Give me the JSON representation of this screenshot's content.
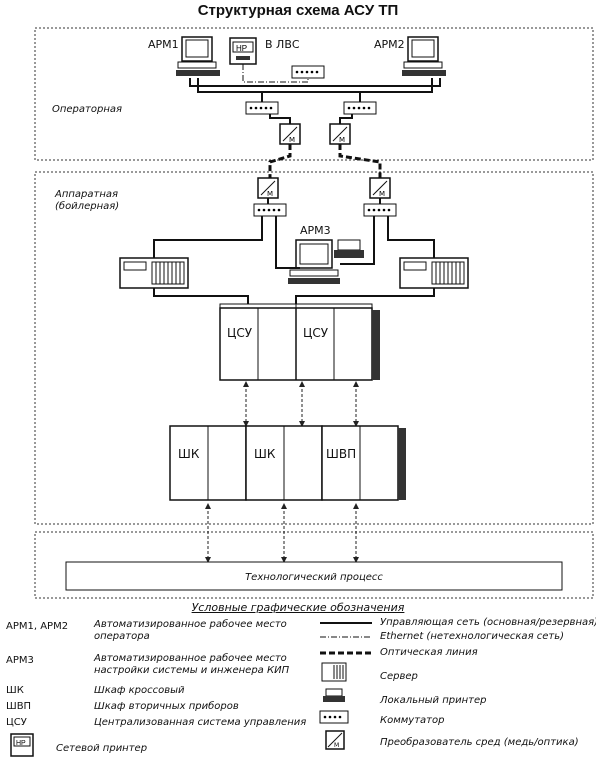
{
  "title": "Структурная схема АСУ ТП",
  "zones": {
    "operator": "Операторная",
    "hardware_line1": "Аппаратная",
    "hardware_line2": "(бойлерная)"
  },
  "workstations": {
    "arm1": "АРМ1",
    "arm2": "АРМ2",
    "arm3": "АРМ3"
  },
  "to_lan": "В ЛВС",
  "printer_badge": "HP",
  "converter_badge": "М",
  "cabinets": {
    "csu1": "ЦСУ",
    "csu2": "ЦСУ",
    "shk1": "ШК",
    "shk2": "ШК",
    "shvp": "ШВП"
  },
  "process": "Технологический процесс",
  "legend": {
    "title": "Условные графические обозначения",
    "items": [
      {
        "abbr": "АРМ1, АРМ2",
        "desc": "Автоматизированное рабочее место оператора"
      },
      {
        "abbr": "АРМ3",
        "desc": "Автоматизированное рабочее место настройки системы и инженера КИП"
      },
      {
        "abbr": "ШК",
        "desc": "Шкаф кроссовый"
      },
      {
        "abbr": "ШВП",
        "desc": "Шкаф вторичных приборов"
      },
      {
        "abbr": "ЦСУ",
        "desc": "Централизованная система управления"
      }
    ],
    "net_printer": "Сетевой принтер",
    "symbols": {
      "control_net": "Управляющая сеть (основная/резервная)",
      "ethernet": "Ethernet (нетехнологическая сеть)",
      "optical": "Оптическая линия",
      "server": "Сервер",
      "local_printer": "Локальный принтер",
      "switch": "Коммутатор",
      "converter": "Преобразователь сред (медь/оптика)"
    }
  }
}
